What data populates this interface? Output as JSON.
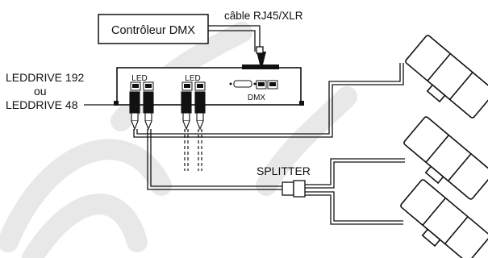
{
  "controller": {
    "label": "Contrôleur DMX"
  },
  "cable": {
    "label": "câble RJ45/XLR"
  },
  "device": {
    "line1": "LEDDRIVE 192",
    "line2": "ou",
    "line3": "LEDDRIVE 48"
  },
  "ports": {
    "led_left": "LED",
    "led_right": "LED",
    "dmx": "DMX"
  },
  "splitter": {
    "label": "SPLITTER"
  },
  "colors": {
    "line": "#111111",
    "watermark": "#e6e6e6",
    "background": "#ffffff"
  }
}
